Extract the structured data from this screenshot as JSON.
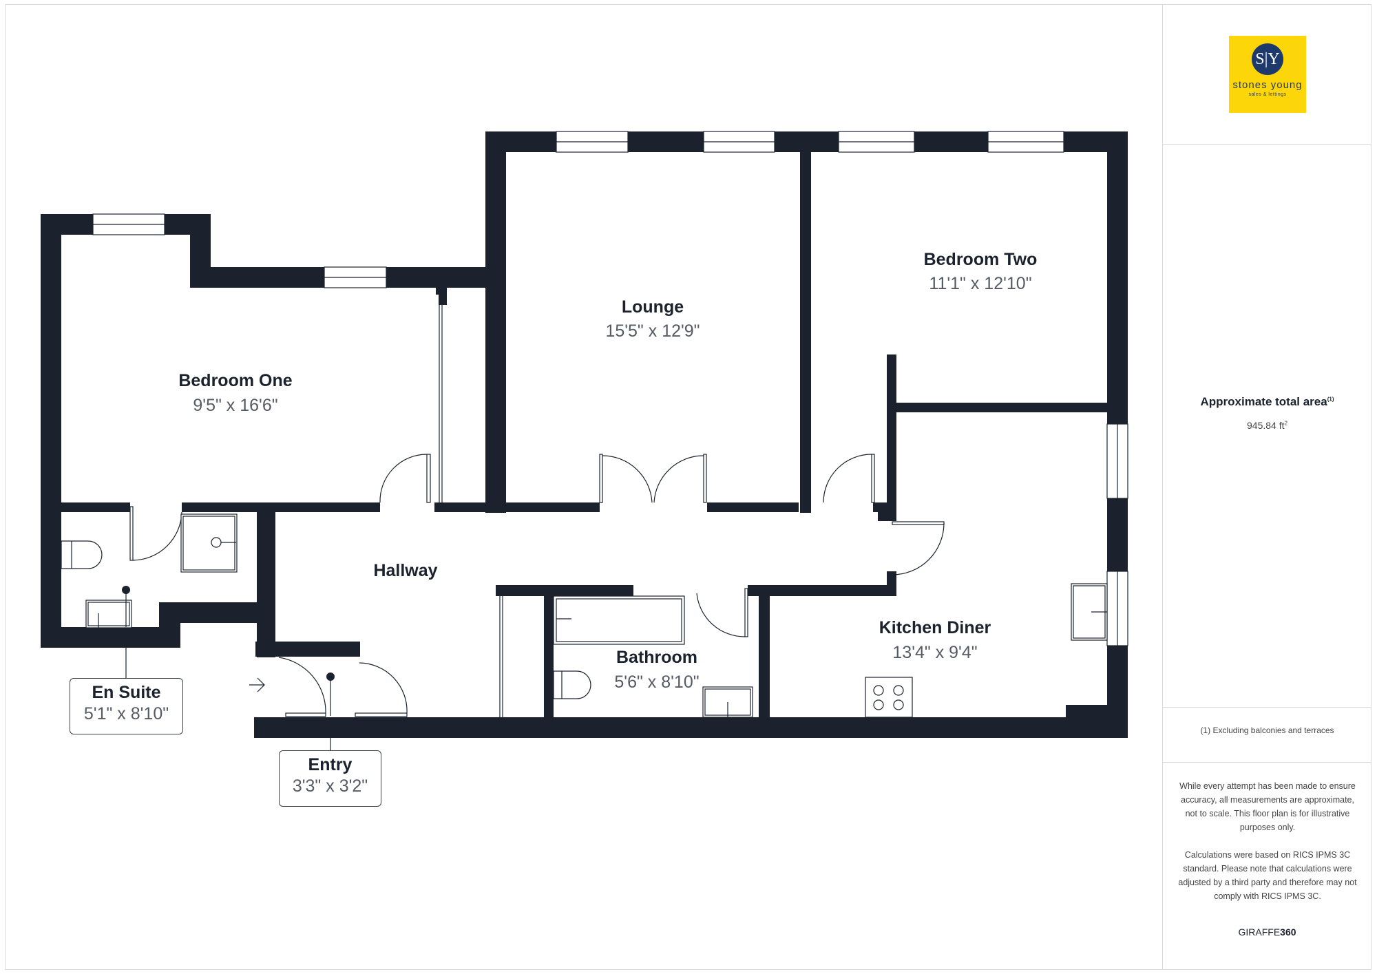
{
  "floorplan": {
    "rooms": [
      {
        "name": "Bedroom One",
        "dimensions": "9'5\" x 16'6\""
      },
      {
        "name": "Lounge",
        "dimensions": "15'5\" x 12'9\""
      },
      {
        "name": "Bedroom Two",
        "dimensions": "11'1\" x 12'10\""
      },
      {
        "name": "Hallway",
        "dimensions": ""
      },
      {
        "name": "Kitchen Diner",
        "dimensions": "13'4\" x 9'4\""
      },
      {
        "name": "Bathroom",
        "dimensions": "5'6\" x 8'10\""
      },
      {
        "name": "En Suite",
        "dimensions": "5'1\" x 8'10\""
      },
      {
        "name": "Entry",
        "dimensions": "3'3\" x 3'2\""
      }
    ],
    "wall_color": "#1b222d"
  },
  "sidebar": {
    "logo": {
      "monogram": "S|Y",
      "name": "stones young",
      "tagline": "sales & lettings",
      "bg_color": "#fdd60a",
      "circle_color": "#1e3a6d"
    },
    "area": {
      "title": "Approximate total area",
      "footnote_marker": "(1)",
      "value": "945.84 ft",
      "unit_sup": "2"
    },
    "footnote": "(1) Excluding balconies and terraces",
    "disclaimer": [
      "While every attempt has been made to ensure accuracy, all measurements are approximate, not to scale. This floor plan is for illustrative purposes only.",
      "Calculations were based on RICS IPMS 3C standard. Please note that calculations were adjusted by a third party and therefore may not comply with RICS IPMS 3C."
    ],
    "brand": {
      "light": "GIRAFFE",
      "bold": "360"
    }
  }
}
